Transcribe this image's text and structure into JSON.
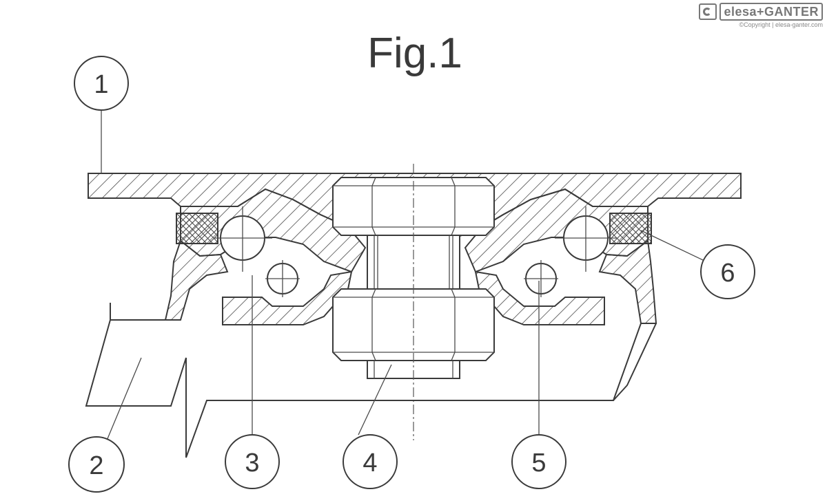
{
  "figure": {
    "title": "Fig.1"
  },
  "callouts": [
    {
      "id": "1",
      "label": "1"
    },
    {
      "id": "2",
      "label": "2"
    },
    {
      "id": "3",
      "label": "3"
    },
    {
      "id": "4",
      "label": "4"
    },
    {
      "id": "5",
      "label": "5"
    },
    {
      "id": "6",
      "label": "6"
    }
  ],
  "logo": {
    "brand": "elesa+GANTER",
    "copyright": "©Copyright | elesa-ganter.com",
    "icon": "elesa-ganter-logo-icon"
  }
}
